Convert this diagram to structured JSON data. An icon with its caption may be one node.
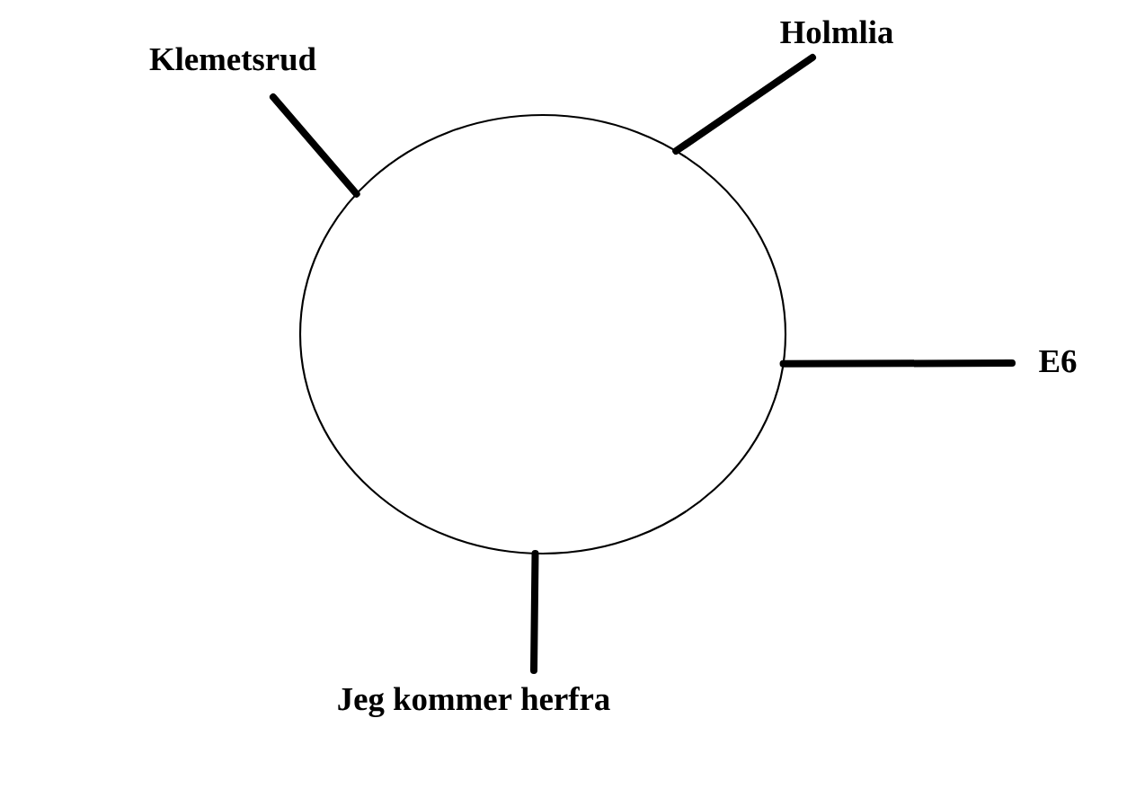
{
  "diagram": {
    "nodes": [
      {
        "text": [
          "Klemetsrud"
        ]
      },
      {
        "text": [
          "Holmlia"
        ]
      },
      {
        "text": [],
        "shape": "circle"
      },
      {
        "text": [
          "E6"
        ]
      },
      {
        "text": [
          "Jeg kommer herfra"
        ]
      }
    ],
    "edges": [
      {
        "from": 0,
        "to": 2,
        "arrow": "none"
      },
      {
        "from": 1,
        "to": 2,
        "arrow": "none"
      },
      {
        "from": 3,
        "to": 2,
        "arrow": "none"
      },
      {
        "from": 4,
        "to": 2,
        "arrow": "none"
      }
    ]
  }
}
